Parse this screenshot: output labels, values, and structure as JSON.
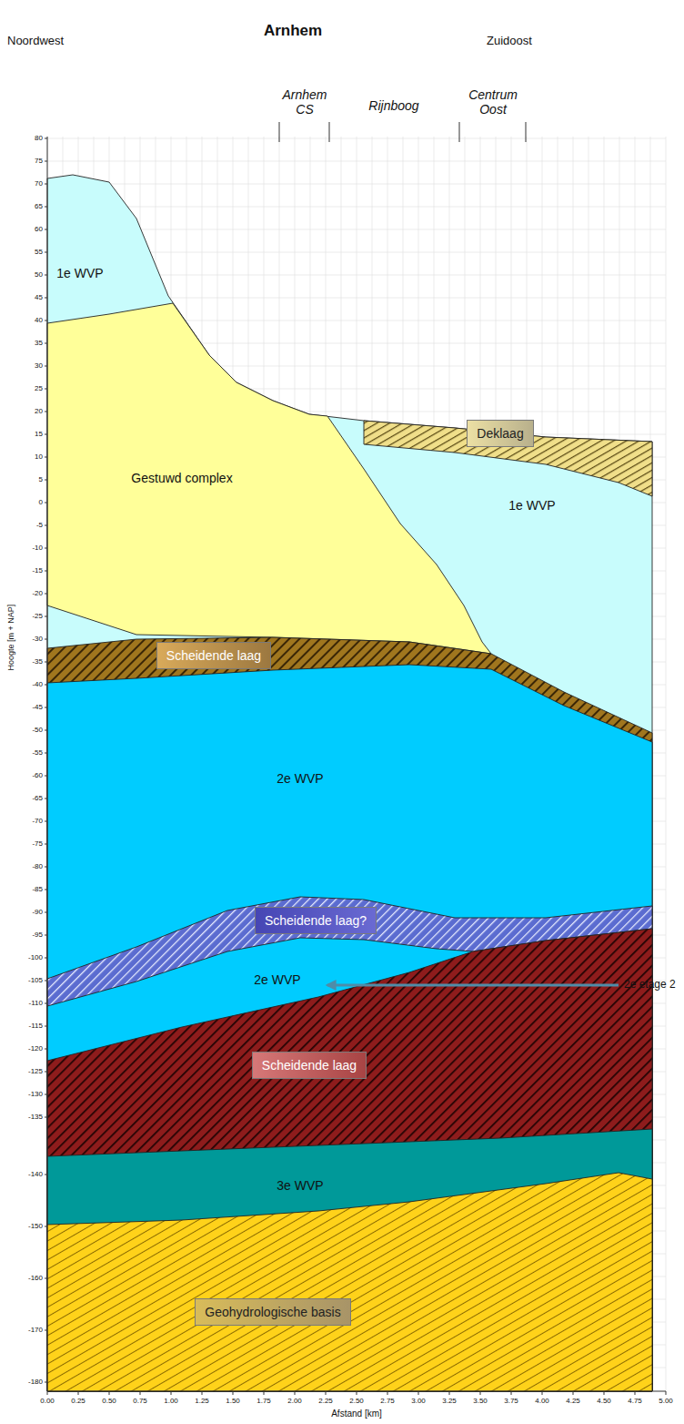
{
  "diagram": {
    "title": "Arnhem",
    "nodes": [
      {
        "text": [
          "Deklaag"
        ]
      },
      {
        "text": [
          "Scheidende laag"
        ]
      },
      {
        "text": [
          "Scheidende laag?"
        ]
      },
      {
        "text": [
          "Scheidende laag"
        ]
      },
      {
        "text": [
          "Geohydrologische basis"
        ]
      }
    ],
    "labels": [
      "Noordwest",
      "Zuidoost",
      "Arnhem CS",
      "Rijnboog",
      "Centrum Oost",
      "1e WVP",
      "Gestuwd complex",
      "1e WVP",
      "2e WVP",
      "2e WVP",
      "3e WVP",
      "2e etage 2",
      "Hoogte [m + NAP]",
      "Afstand [km]",
      "0.00",
      "0.25",
      "0.50",
      "0.75",
      "1.00",
      "1.25",
      "1.50",
      "1.75",
      "2.00",
      "2.25",
      "2.50",
      "2.75",
      "3.00",
      "3.25",
      "3.50",
      "3.75",
      "4.00",
      "4.25",
      "4.50",
      "4.75",
      "5.00",
      "80",
      "75",
      "70",
      "65",
      "60",
      "55",
      "50",
      "45",
      "40",
      "35",
      "30",
      "25",
      "20",
      "15",
      "10",
      "5",
      "0",
      "-5",
      "-10",
      "-15",
      "-20",
      "-25",
      "-30",
      "-35",
      "-40",
      "-45",
      "-50",
      "-55",
      "-60",
      "-65",
      "-70",
      "-75",
      "-80",
      "-85",
      "-90",
      "-95",
      "-100",
      "-105",
      "-110",
      "-115",
      "-120",
      "-125",
      "-130",
      "-135",
      "-140",
      "-150",
      "-160",
      "-170",
      "-180"
    ]
  }
}
